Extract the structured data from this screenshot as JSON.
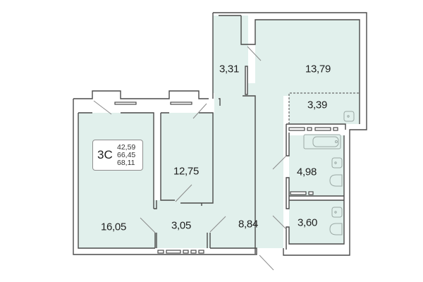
{
  "plan": {
    "apartment_type": "3С",
    "areas": {
      "living": "42,59",
      "total": "66,45",
      "total_with_balcony": "68,11"
    },
    "rooms": [
      {
        "id": "bedroom-left",
        "area": "16,05"
      },
      {
        "id": "bedroom-middle",
        "area": "12,75"
      },
      {
        "id": "kitchen-living",
        "area": "13,79"
      },
      {
        "id": "entry-closet",
        "area": "3,31"
      },
      {
        "id": "kitchen-niche",
        "area": "3,39"
      },
      {
        "id": "bathroom",
        "area": "4,98"
      },
      {
        "id": "toilet",
        "area": "3,60"
      },
      {
        "id": "hallway",
        "area": "8,84"
      },
      {
        "id": "corridor",
        "area": "3,05"
      }
    ]
  },
  "colors": {
    "room_fill": "#e1f0ec",
    "wall_stroke": "#4a4a4a",
    "background": "#ffffff"
  }
}
